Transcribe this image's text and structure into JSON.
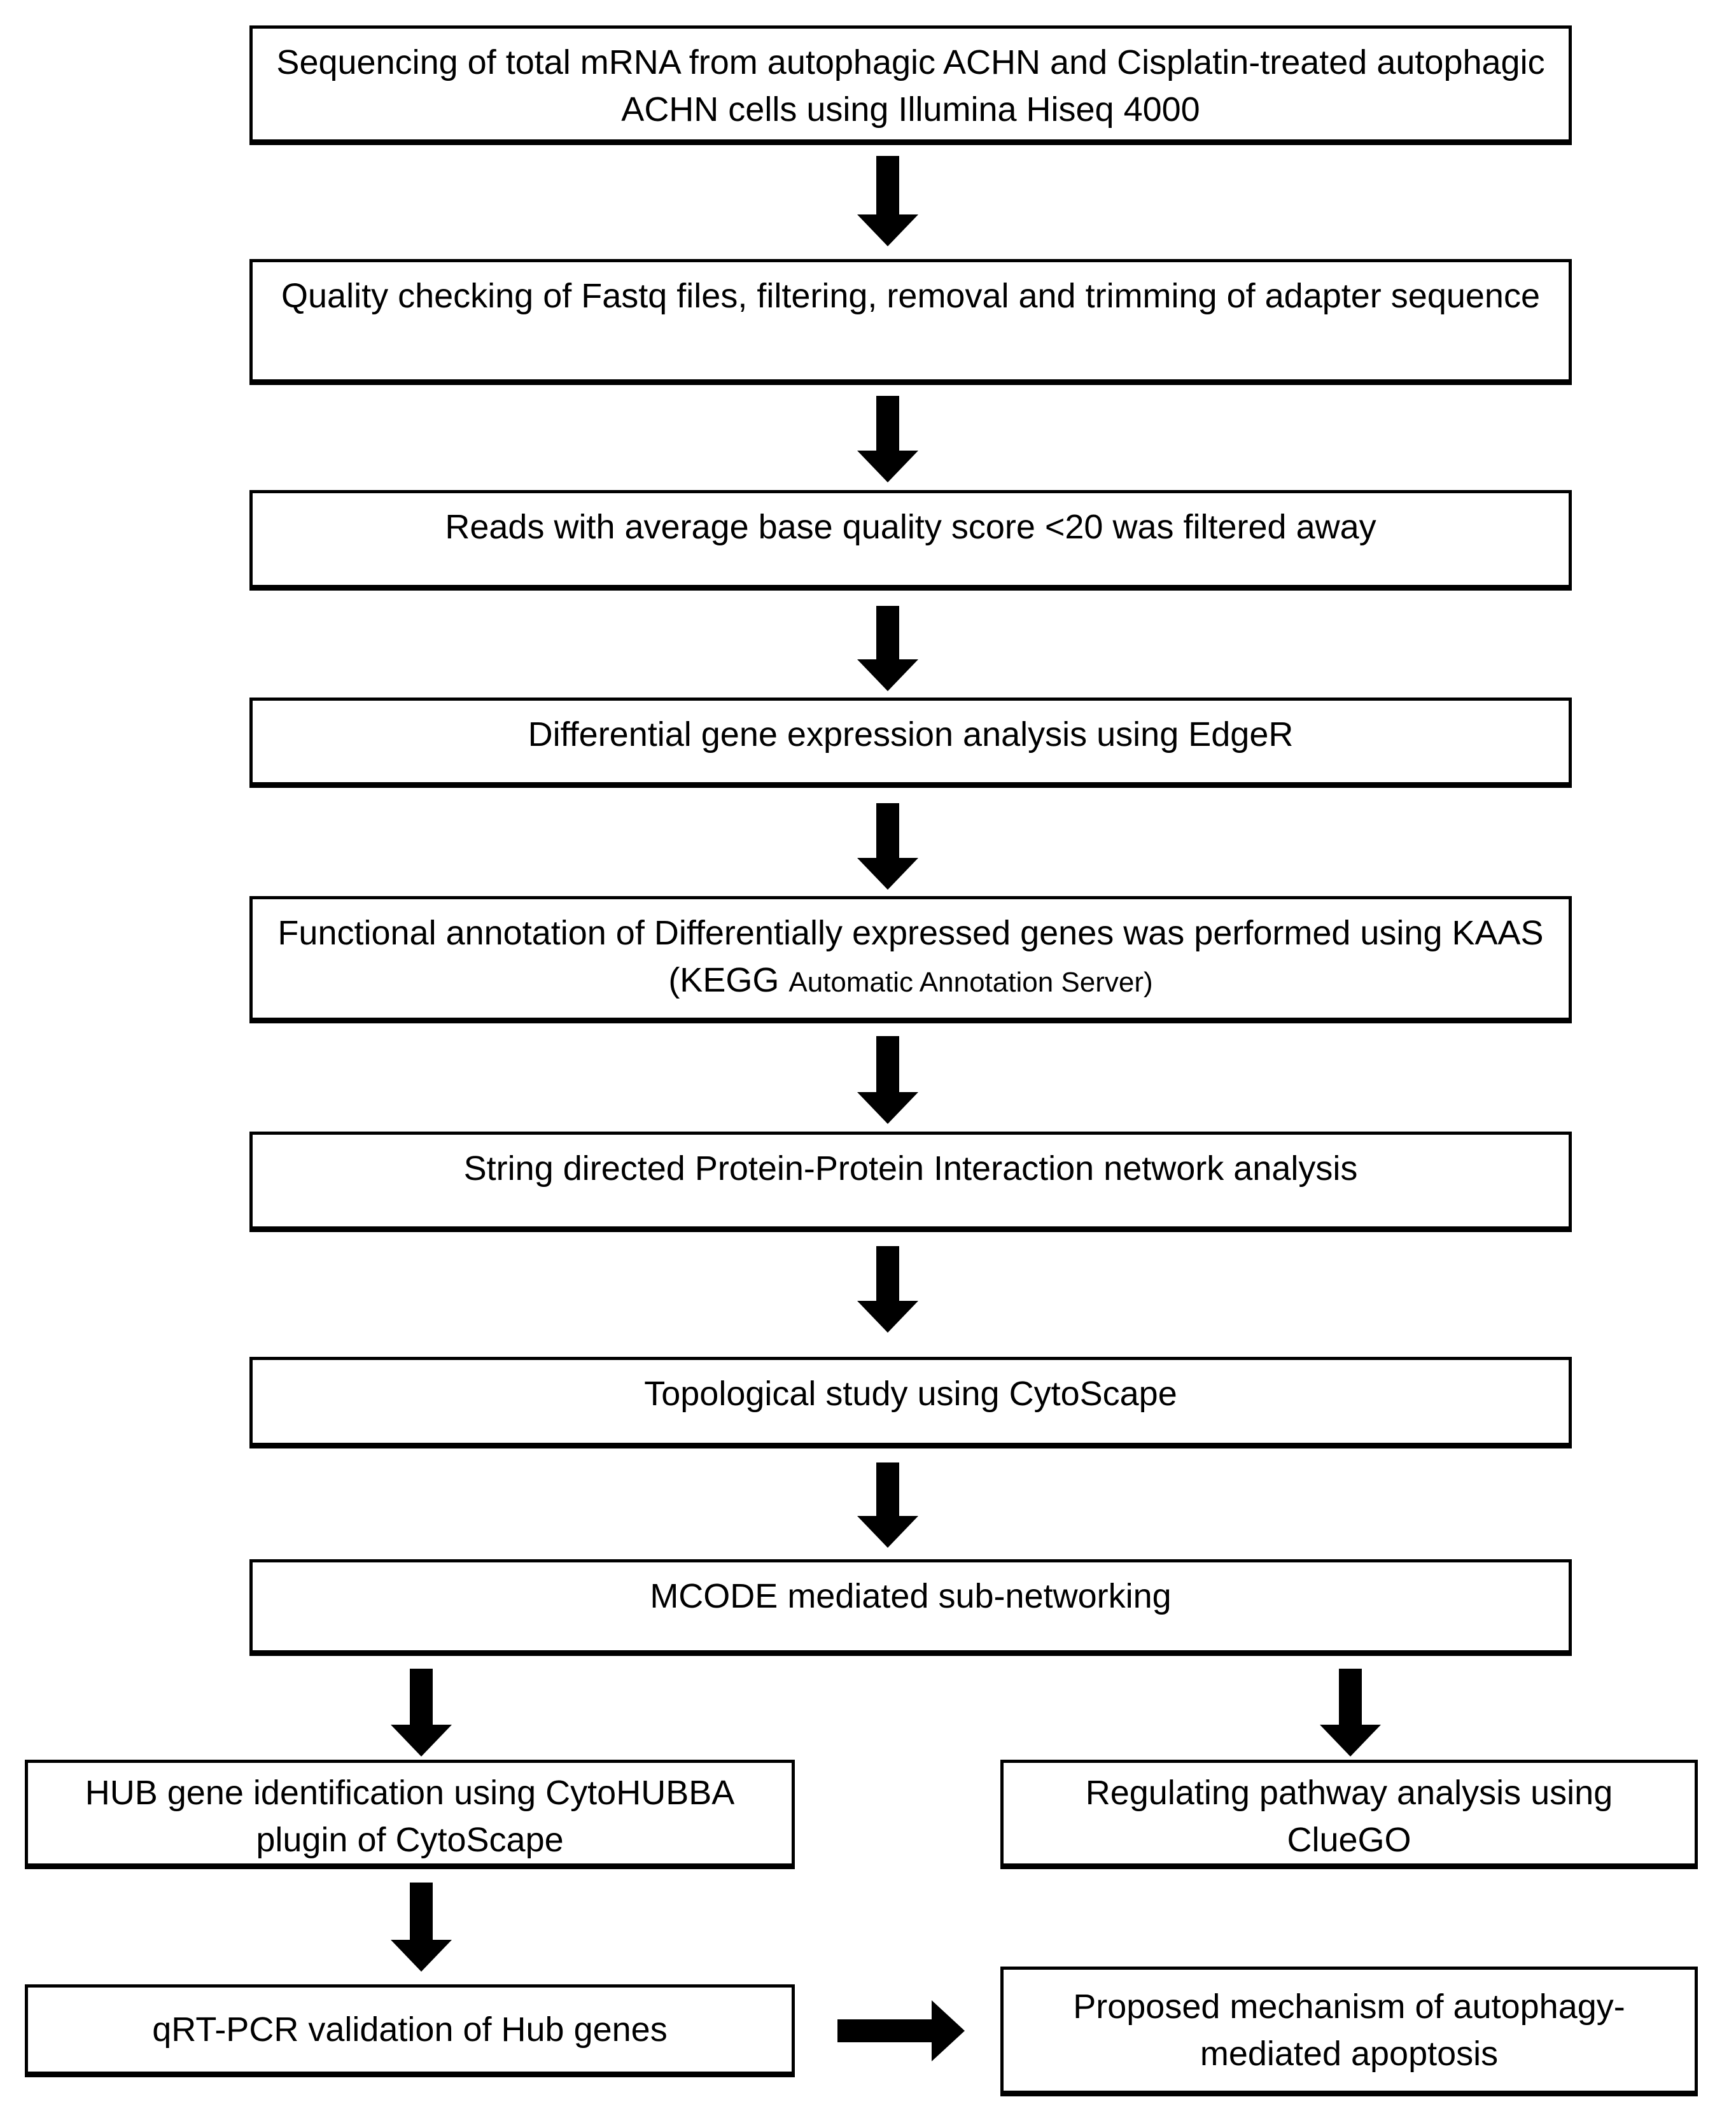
{
  "figure": {
    "type": "flowchart",
    "background_color": "#ffffff",
    "box_border_color": "#000000",
    "arrow_color": "#000000",
    "text_color": "#000000",
    "steps": {
      "sequencing": "Sequencing of total mRNA from autophagic ACHN and Cisplatin-treated autophagic ACHN cells using Illumina Hiseq 4000",
      "quality_checking": "Quality checking of Fastq files, filtering, removal and trimming of adapter sequence",
      "read_filtering": "Reads with average base quality score <20 was filtered away",
      "dge_analysis": "Differential gene expression analysis using EdgeR",
      "functional_annotation_main": "Functional annotation of Differentially expressed genes was performed using KAAS (KEGG",
      "functional_annotation_small": "Automatic Annotation Server)",
      "ppi_network": "String directed Protein-Protein Interaction network analysis",
      "topological_study": "Topological study using CytoScape",
      "mcode": "MCODE mediated sub-networking",
      "hub_gene": "HUB gene identification using CytoHUBBA plugin of CytoScape",
      "cluego": "Regulating pathway analysis using ClueGO",
      "qrt_pcr": "qRT-PCR validation of Hub genes",
      "proposed_mechanism": "Proposed mechanism of autophagy-mediated apoptosis"
    }
  }
}
